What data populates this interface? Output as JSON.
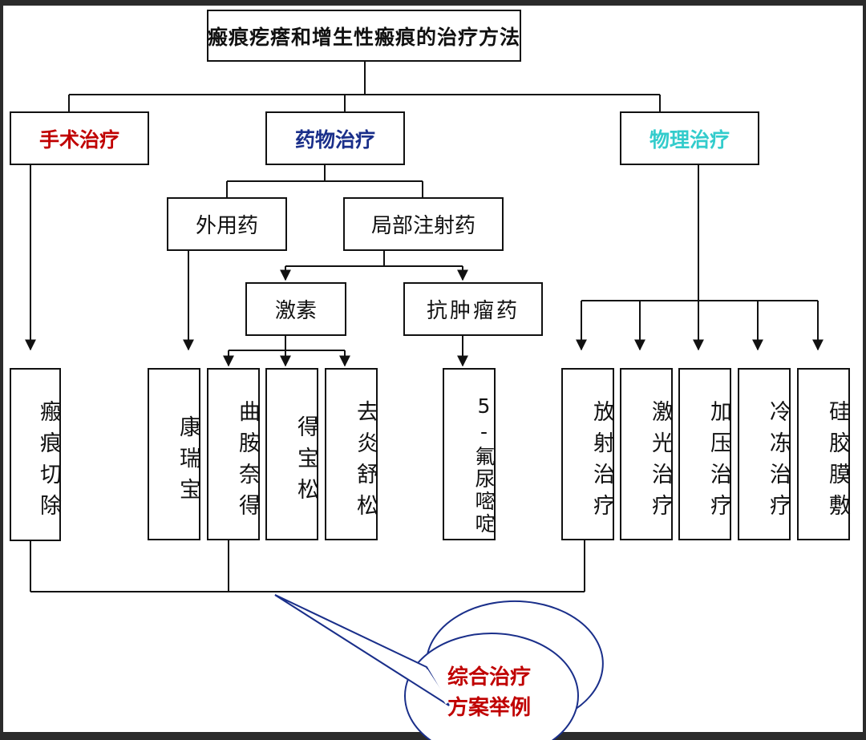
{
  "title": "瘢痕疙瘩和增生性瘢痕的治疗方法",
  "categories": {
    "surgery": {
      "label": "手术治疗",
      "color": "#c00000"
    },
    "drug": {
      "label": "药物治疗",
      "color": "#1a2f8a"
    },
    "physical": {
      "label": "物理治疗",
      "color": "#33cccc"
    }
  },
  "drug_sub": {
    "topical": "外用药",
    "injection": "局部注射药",
    "hormone": "激素",
    "antitumor": "抗肿瘤药"
  },
  "leaves": {
    "scar_excision": "瘢痕切除",
    "kangruibao": "康瑞宝",
    "triamcinolone": "曲胺奈得",
    "debaosong": "得宝松",
    "quyanshusong": "去炎舒松",
    "fluorouracil": "5-氟尿嘧啶",
    "radiotherapy": "放射治疗",
    "laser": "激光治疗",
    "pressure": "加压治疗",
    "cryotherapy": "冷冻治疗",
    "silicone": "硅胶膜敷"
  },
  "bubble": {
    "line1": "综合治疗",
    "line2": "方案举例",
    "color": "#c00000"
  }
}
